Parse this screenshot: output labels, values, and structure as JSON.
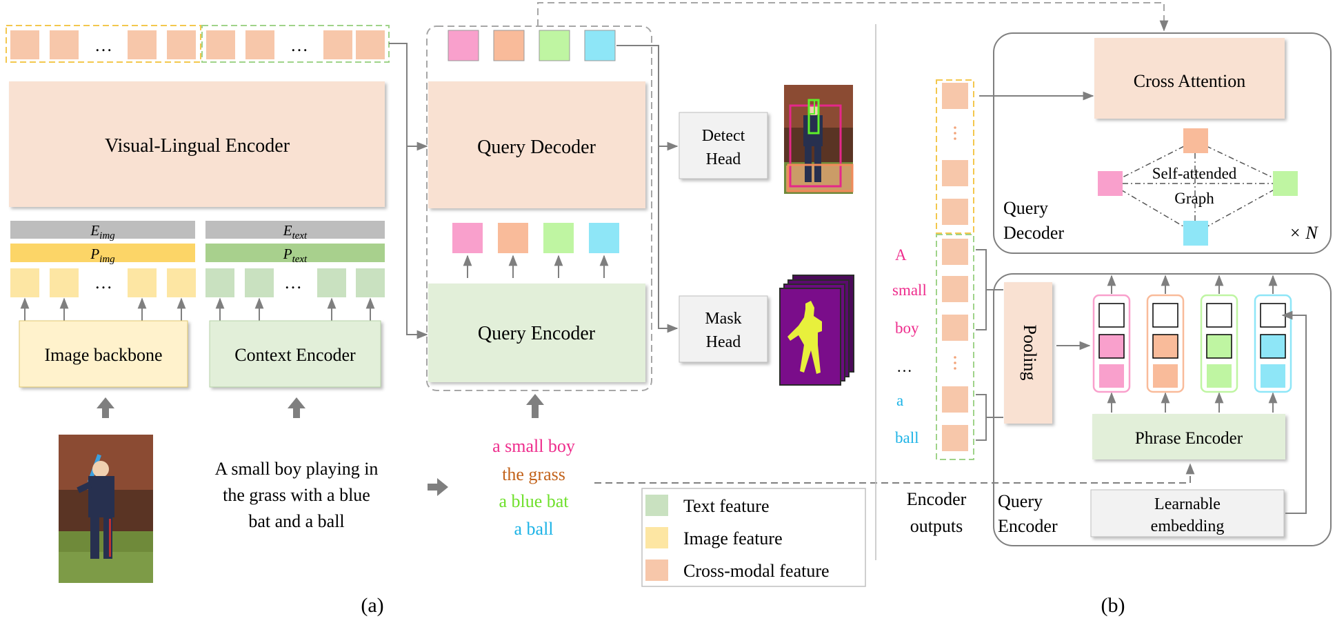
{
  "panel_a": {
    "visual_lingual_encoder": "Visual-Lingual Encoder",
    "image_backbone": "Image backbone",
    "context_encoder": "Context Encoder",
    "e_img_base": "E",
    "e_img_sub": "img",
    "p_img_base": "P",
    "p_img_sub": "img",
    "e_text_base": "E",
    "e_text_sub": "text",
    "p_text_base": "P",
    "p_text_sub": "text",
    "ellipsis": "…",
    "query_decoder": "Query Decoder",
    "query_encoder": "Query Encoder",
    "detect_head_line1": "Detect",
    "detect_head_line2": "Head",
    "mask_head_line1": "Mask",
    "mask_head_line2": "Head",
    "caption_line1": "A small boy playing in",
    "caption_line2": "the grass with a blue",
    "caption_line3": "bat and a ball",
    "phrases": [
      "a small boy",
      "the grass",
      "a blue bat",
      "a ball"
    ],
    "legend": [
      "Text feature",
      "Image feature",
      "Cross-modal feature"
    ],
    "label": "(a)"
  },
  "panel_b": {
    "cross_attention": "Cross Attention",
    "self_attended_line1": "Self-attended",
    "self_attended_line2": "Graph",
    "query_decoder_line1": "Query",
    "query_decoder_line2": "Decoder",
    "times_n": "× N",
    "words": [
      "A",
      "small",
      "boy",
      "…",
      "a",
      "ball"
    ],
    "pooling": "Pooling",
    "phrase_encoder": "Phrase Encoder",
    "learnable_line1": "Learnable",
    "learnable_line2": "embedding",
    "query_encoder_line1": "Query",
    "query_encoder_line2": "Encoder",
    "encoder_outputs_line1": "Encoder",
    "encoder_outputs_line2": "outputs",
    "label": "(b)"
  },
  "colors": {
    "cross_modal": "#f7c7aa",
    "image_feature": "#fde6a3",
    "text_feature": "#c9e1c0",
    "pink": "#f9a0cc",
    "orange": "#f9bb9a",
    "green": "#bff5a2",
    "cyan": "#8ee6f7",
    "e_bar": "#bdbdbd",
    "p_img_bar": "#fcd567",
    "p_text_bar": "#a8d08d",
    "phrase_pink": "#ee2c8c",
    "phrase_orange": "#c2621a",
    "phrase_green": "#6fe02c",
    "phrase_cyan": "#1cb3e6"
  },
  "icons": [
    "photo-boy-with-bat",
    "detection-result-photo",
    "mask-result-stack"
  ]
}
